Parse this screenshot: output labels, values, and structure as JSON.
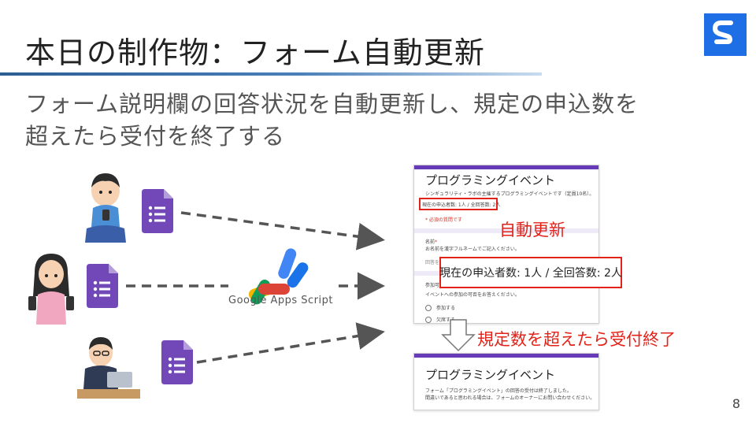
{
  "slide": {
    "title": "本日の制作物：フォーム自動更新",
    "subtitle_line1": "フォーム説明欄の回答状況を自動更新し、規定の申込数を",
    "subtitle_line2": "超えたら受付を終了する",
    "page_number": "8"
  },
  "gas": {
    "label": "Google Apps Script"
  },
  "form_open": {
    "title": "プログラミングイベント",
    "description": "シンギュラリティ・ラボの主催するプログラミングイベントです（定員10名）。",
    "status": "現在の申込者数: 1人 / 全回答数: 2人",
    "required_note": "* 必須の質問です",
    "name_label": "名前",
    "required_mark": "*",
    "name_help": "お名前を漢字フルネームでご記入ください。",
    "name_placeholder": "回答を入力",
    "attend_label": "参加可否",
    "attend_help": "イベントへの参加の可否をお答えください。",
    "option_yes": "参加する",
    "option_no": "欠席する"
  },
  "callout": {
    "text": "現在の申込者数: 1人 / 全回答数: 2人"
  },
  "labels": {
    "auto_update": "自動更新",
    "close_when_full": "規定数を超えたら受付終了"
  },
  "form_closed": {
    "title": "プログラミングイベント",
    "line1": "フォーム「プログラミングイベント」の回答の受付は終了しました。",
    "line2": "間違いであると思われる場合は、フォームのオーナーにお問い合わせください。"
  },
  "colors": {
    "accent_red": "#e2231a",
    "forms_purple": "#673ab7",
    "logo_blue": "#1e6fe6",
    "title_rule": "#2d5d93"
  },
  "icons": [
    "logo-icon",
    "google-forms-icon",
    "google-apps-script-icon",
    "person-illustration",
    "down-arrow-icon"
  ]
}
